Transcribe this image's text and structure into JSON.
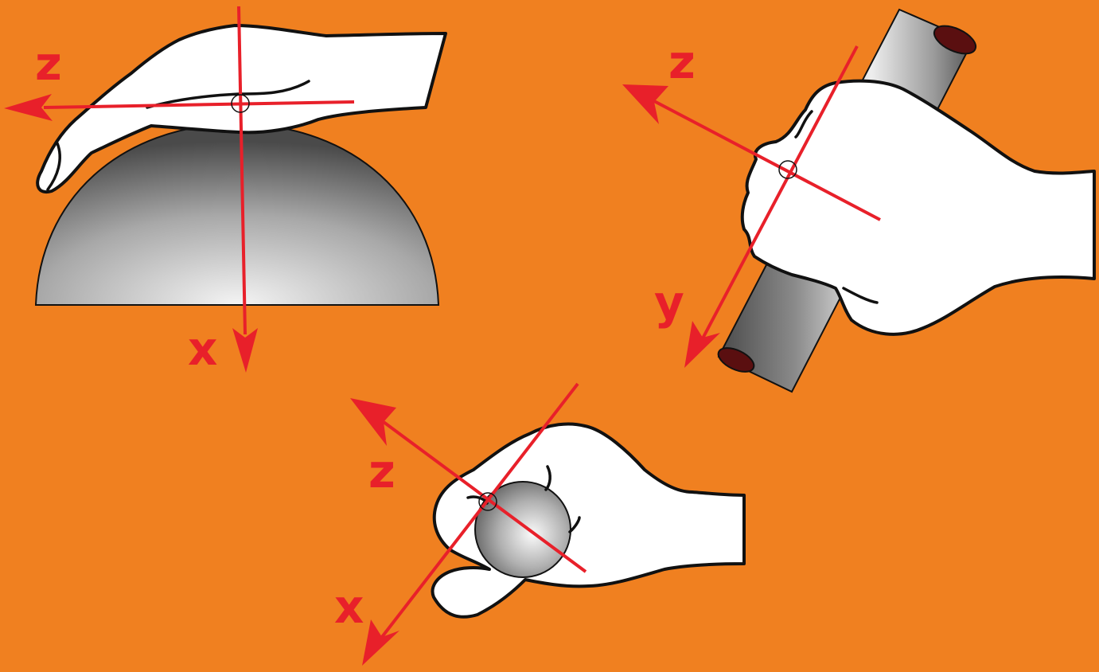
{
  "figure": {
    "background": "#f08020",
    "axis_color": "#e8202a",
    "panels": [
      {
        "name": "palm-grasp-hemisphere",
        "object": "hemisphere",
        "labels": {
          "z": "z",
          "x": "x"
        }
      },
      {
        "name": "power-grasp-cylinder",
        "object": "cylinder",
        "labels": {
          "z": "z",
          "y": "y"
        }
      },
      {
        "name": "precision-grasp-sphere",
        "object": "sphere",
        "labels": {
          "z": "z",
          "x": "x"
        }
      }
    ]
  }
}
